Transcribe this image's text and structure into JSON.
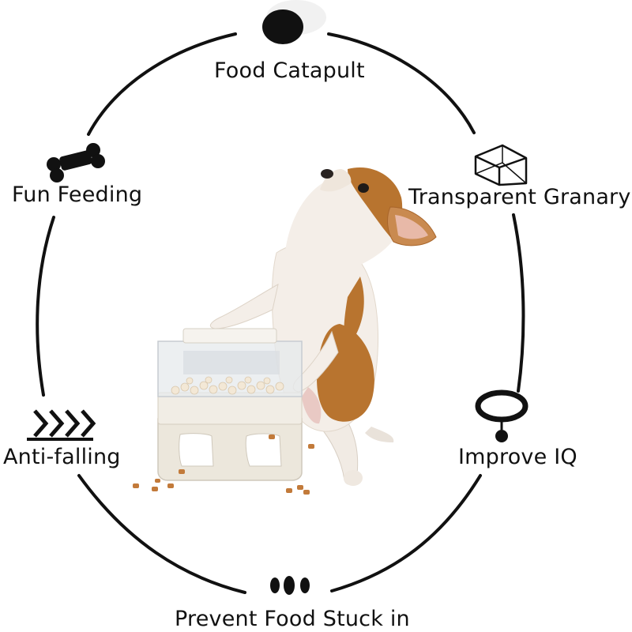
{
  "features": {
    "top": {
      "label": "Food Catapult",
      "icon": "food-pellet-icon"
    },
    "top_left": {
      "label": "Fun Feeding",
      "icon": "bone-icon"
    },
    "top_right": {
      "label": "Transparent Granary",
      "icon": "transparent-cube-icon"
    },
    "bottom_left": {
      "label": "Anti-falling",
      "icon": "chevrons-icon"
    },
    "bottom_right": {
      "label": "Improve IQ",
      "icon": "dog-collar-icon"
    },
    "bottom": {
      "label": "Prevent Food Stuck in",
      "icon": "three-dots-icon"
    }
  },
  "colors": {
    "ring": "#111111",
    "dog_tan": "#b8742f",
    "dog_white": "#f4eee8",
    "feeder_body": "#ece7dc",
    "kibble": "#c27a3a"
  }
}
